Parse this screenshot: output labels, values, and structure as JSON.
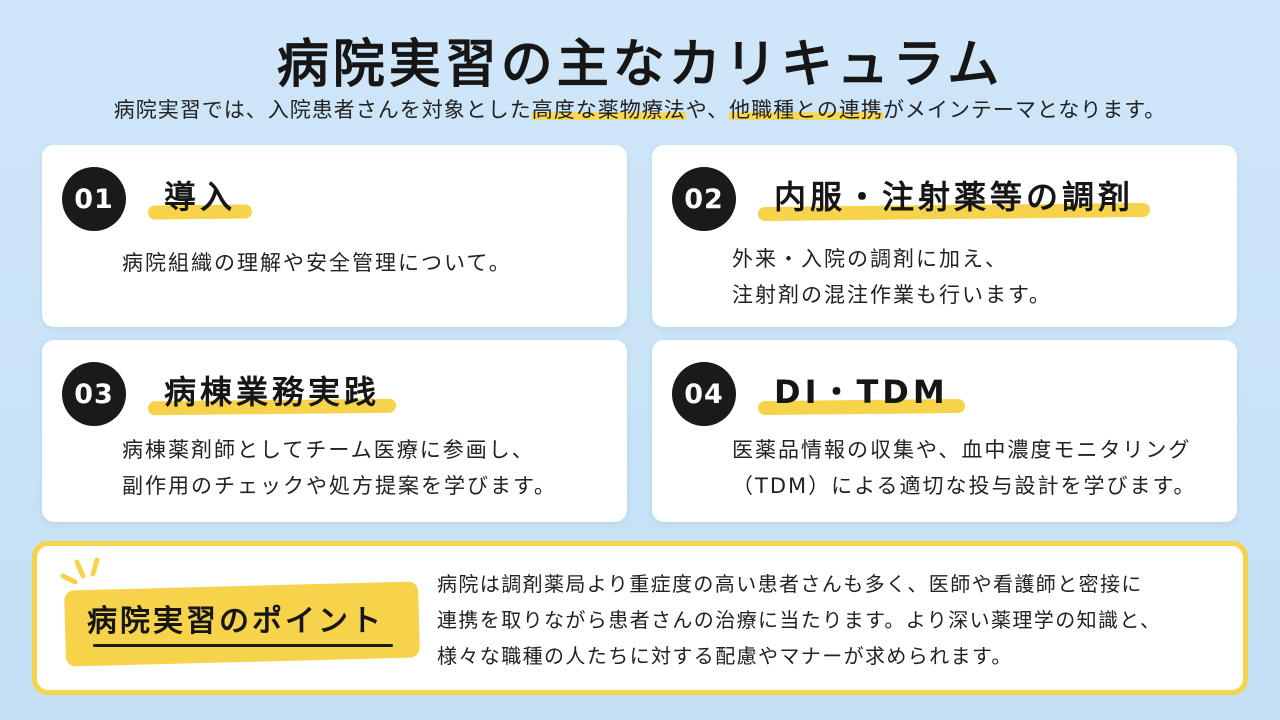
{
  "title": "病院実習の主なカリキュラム",
  "subtitle": {
    "part1": "病院実習では、入院患者さんを対象とした",
    "hl1": "高度な薬物療法",
    "part2": "や、",
    "hl2": "他職種との連携",
    "part3": "がメインテーマとなります。"
  },
  "cards": [
    {
      "number": "01",
      "heading": "導入",
      "lines": [
        "病院組織の理解や安全管理について。"
      ]
    },
    {
      "number": "02",
      "heading": "内服・注射薬等の調剤",
      "lines": [
        "外来・入院の調剤に加え、",
        "注射剤の混注作業も行います。"
      ]
    },
    {
      "number": "03",
      "heading": "病棟業務実践",
      "lines": [
        "病棟薬剤師としてチーム医療に参画し、",
        "副作用のチェックや処方提案を学びます。"
      ]
    },
    {
      "number": "04",
      "heading": "DI・TDM",
      "lines": [
        "医薬品情報の収集や、血中濃度モニタリング",
        "（TDM）による適切な投与設計を学びます。"
      ]
    }
  ],
  "point": {
    "label": "病院実習のポイント",
    "lines": [
      "病院は調剤薬局より重症度の高い患者さんも多く、医師や看護師と密接に",
      "連携を取りながら患者さんの治療に当たります。より深い薬理学の知識と、",
      "様々な職種の人たちに対する配慮やマナーが求められます。"
    ]
  },
  "colors": {
    "background": "#cfe6f8",
    "accent_yellow": "#f6d34a",
    "number_badge": "#1a1a1a",
    "card": "#ffffff"
  }
}
